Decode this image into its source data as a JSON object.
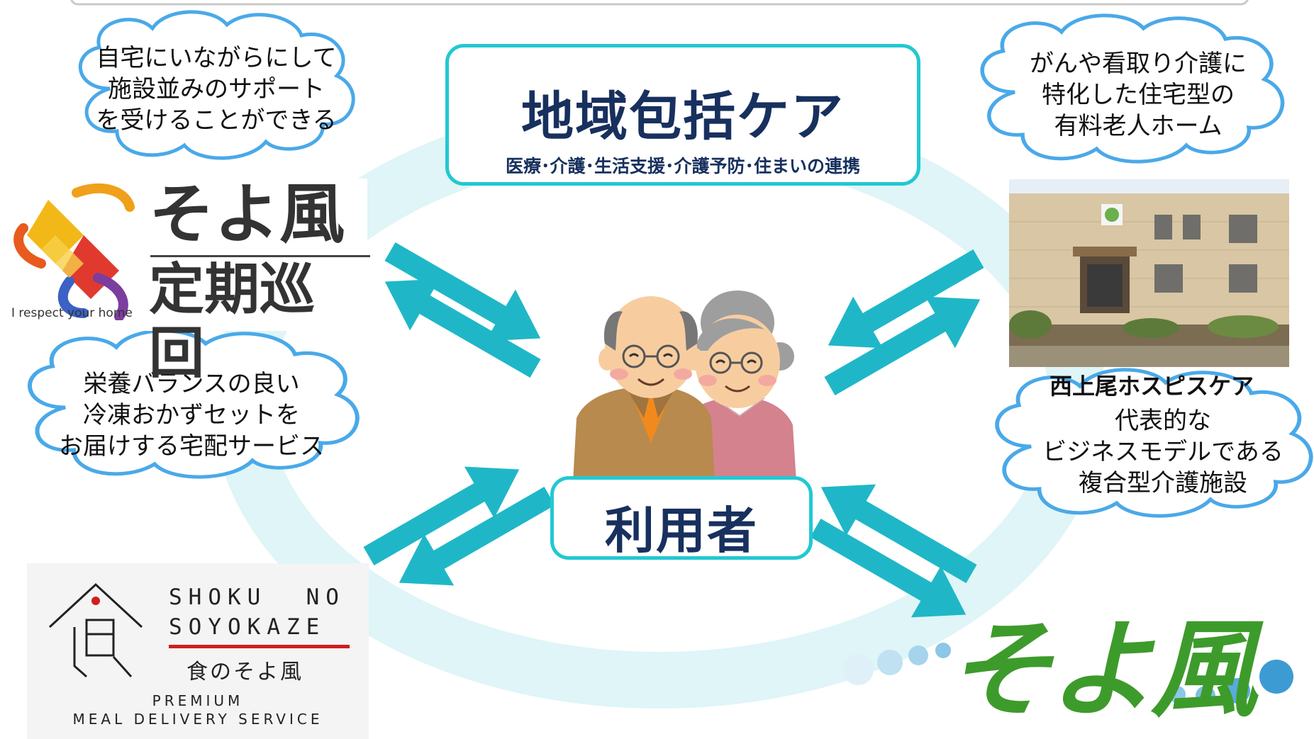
{
  "center_title": {
    "main": "地域包括ケア",
    "sub": "医療･介護･生活支援･介護予防･住まいの連携"
  },
  "user_label": "利用者",
  "clouds": {
    "top_left": [
      "自宅にいながらにして",
      "施設並みのサポート",
      "を受けることができる"
    ],
    "top_right": [
      "がんや看取り介護に",
      "特化した住宅型の",
      "有料老人ホーム"
    ],
    "bottom_left": [
      "栄養バランスの良い",
      "冷凍おかずセットを",
      "お届けする宅配サービス"
    ],
    "bottom_right": [
      "代表的な",
      "ビジネスモデルである",
      "複合型介護施設"
    ]
  },
  "logos": {
    "teiki": {
      "tagline": "I respect your home",
      "line1": "そよ風",
      "line2": "定期巡回"
    },
    "hospice_caption": "西上尾ホスピスケア",
    "shoku": {
      "line1": "SHOKU  NO",
      "line2": "SOYOKAZE",
      "line3": "食のそよ風",
      "line4": "PREMIUM",
      "line5": "MEAL DELIVERY SERVICE"
    },
    "soyokaze": "そよ風"
  },
  "colors": {
    "accent": "#1fb7c7",
    "ring": "#dff5f7",
    "title": "#17305e",
    "cloud_border": "#4aa9e8",
    "soyokaze_green": "#3d9b2b"
  }
}
